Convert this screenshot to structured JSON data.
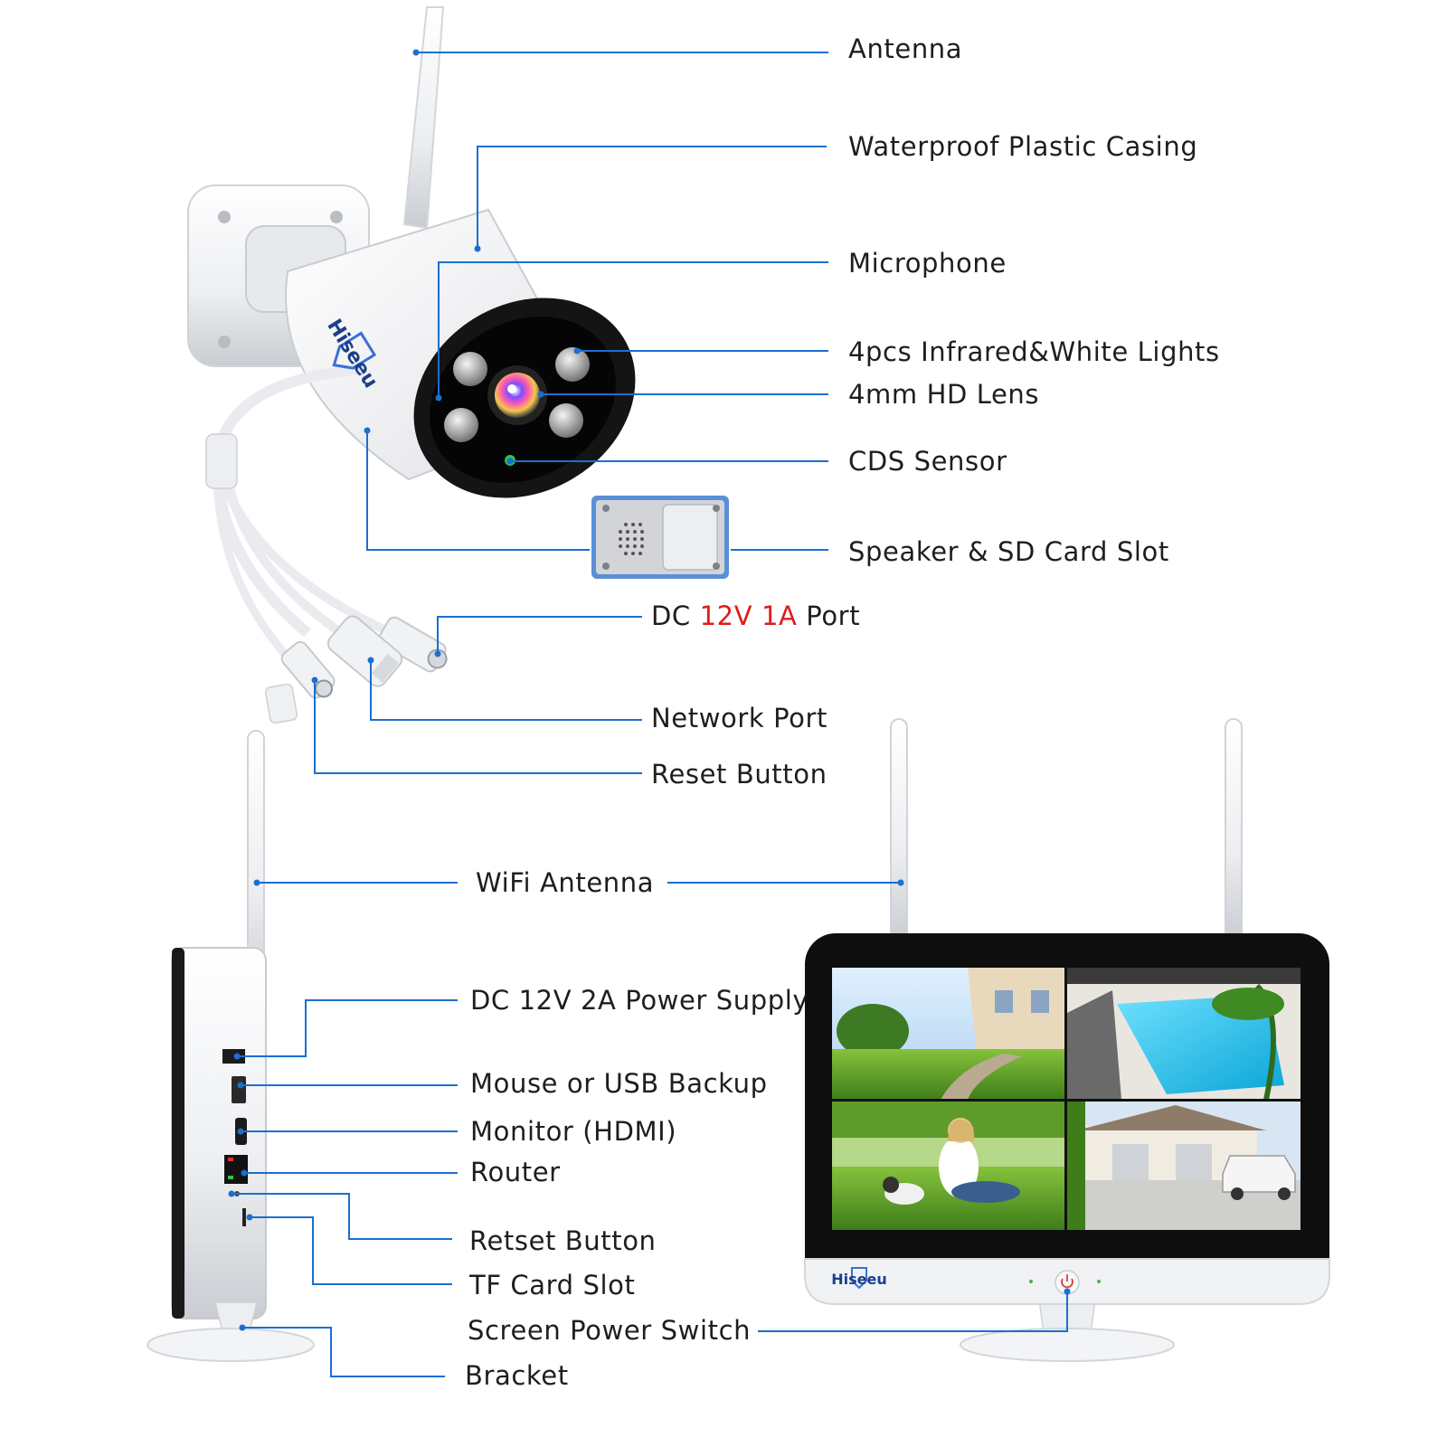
{
  "camera": {
    "brand_logo": "Hiseeu",
    "labels": {
      "antenna": "Antenna",
      "casing": "Waterproof Plastic Casing",
      "microphone": "Microphone",
      "lights": "4pcs Infrared&White Lights",
      "lens": "4mm HD Lens",
      "cds": "CDS Sensor",
      "speaker": "Speaker & SD Card Slot",
      "dc_prefix": "DC ",
      "dc_value": "12V 1A",
      "dc_suffix": " Port",
      "network": "Network Port",
      "reset": "Reset Button"
    }
  },
  "nvr": {
    "brand_logo": "Hiseeu",
    "labels": {
      "wifi": "WiFi Antenna",
      "power": "DC 12V 2A Power Supply",
      "usb": "Mouse or USB Backup",
      "hdmi": "Monitor (HDMI)",
      "router": "Router",
      "retset": "Retset Button",
      "tf": "TF Card Slot",
      "switch": "Screen Power Switch",
      "bracket": "Bracket"
    }
  },
  "colors": {
    "leader": "#1a6fd1",
    "text": "#1e1e1e",
    "highlight": "#e01b1b",
    "device_white": "#f2f3f5",
    "device_black": "#111111"
  }
}
